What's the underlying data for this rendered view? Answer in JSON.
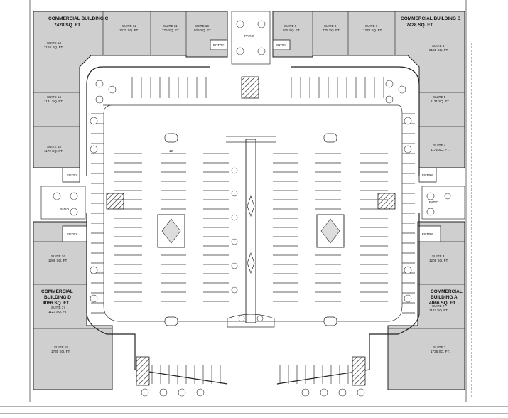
{
  "buildings": {
    "c": {
      "name": "COMMERCIAL BUILDING C",
      "area": "7428 SQ. FT."
    },
    "b": {
      "name": "COMMERCIAL BUILDING B",
      "area": "7428 SQ. FT."
    },
    "d": {
      "name_1": "COMMERCIAL",
      "name_2": "BUILDING D",
      "area": "4066 SQ. FT."
    },
    "a": {
      "name_1": "COMMERCIAL",
      "name_2": "BUILDING A",
      "area": "4066 SQ. FT."
    }
  },
  "suites": {
    "s13": {
      "name": "SUITE 13",
      "area": "2165 SQ. FT."
    },
    "s12": {
      "name": "SUITE 12",
      "area": "1270 SQ. FT."
    },
    "s11": {
      "name": "SUITE 11",
      "area": "775 SQ. FT."
    },
    "s10": {
      "name": "SUITE 10",
      "area": "925 SQ. FT."
    },
    "s9": {
      "name": "SUITE 9",
      "area": "925 SQ. FT."
    },
    "s8": {
      "name": "SUITE 8",
      "area": "775 SQ. FT."
    },
    "s7": {
      "name": "SUITE 7",
      "area": "1270 SQ. FT."
    },
    "s6": {
      "name": "SUITE 6",
      "area": "2165 SQ. FT."
    },
    "s14": {
      "name": "SUITE 14",
      "area": "1131 SQ. FT."
    },
    "s15": {
      "name": "SUITE 15",
      "area": "1172 SQ. FT."
    },
    "s5": {
      "name": "SUITE 5",
      "area": "1131 SQ. FT."
    },
    "s4": {
      "name": "SUITE 4",
      "area": "1172 SQ. FT."
    },
    "s16": {
      "name": "SUITE 16",
      "area": "1208 SQ. FT."
    },
    "s17": {
      "name": "SUITE 17",
      "area": "1123 SQ. FT."
    },
    "s18": {
      "name": "SUITE 18",
      "area": "1735 SQ. FT."
    },
    "s3": {
      "name": "SUITE 3",
      "area": "1208 SQ. FT."
    },
    "s2": {
      "name": "SUITE 2",
      "area": "1123 SQ. FT."
    },
    "s1": {
      "name": "SUITE 1",
      "area": "1735 SQ. FT."
    }
  },
  "labels": {
    "patio": "PATIO",
    "entry": "ENTRY",
    "row_count": "12"
  }
}
